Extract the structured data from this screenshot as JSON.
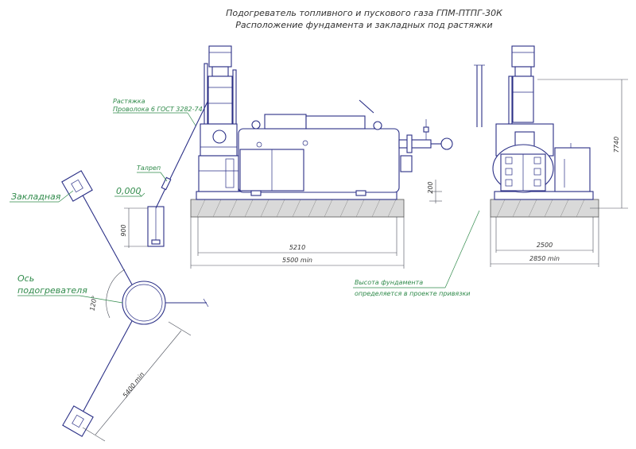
{
  "title": {
    "line1": "Подогреватель топливного и пускового газа ГПМ-ПТПГ-30К",
    "line2": "Расположение фундамента и закладных под растяжки"
  },
  "labels": {
    "guy_wire": "Растяжка",
    "guy_wire_spec": "Проволока 6 ГОСТ 3282-74",
    "turnbuckle": "Талреп",
    "zero_level": "0,000",
    "embedded_part": "Закладная",
    "axis_line1": "Ось",
    "axis_line2": "подогревателя",
    "foundation_note_line1": "Высота фундамента",
    "foundation_note_line2": "определяется в проекте привязки"
  },
  "dimensions": {
    "depth_900": "900",
    "height_200": "200",
    "length_5210": "5210",
    "length_5500": "5500 min",
    "width_2500": "2500",
    "width_2850": "2850 min",
    "height_7740": "7740",
    "angle_120": "120°",
    "radius_5400": "5400 min"
  },
  "colors": {
    "ink": "#2a2f86",
    "leader": "#2f8a4a",
    "dimension": "#4b4f5a",
    "foundation": "#d9d9d9"
  }
}
